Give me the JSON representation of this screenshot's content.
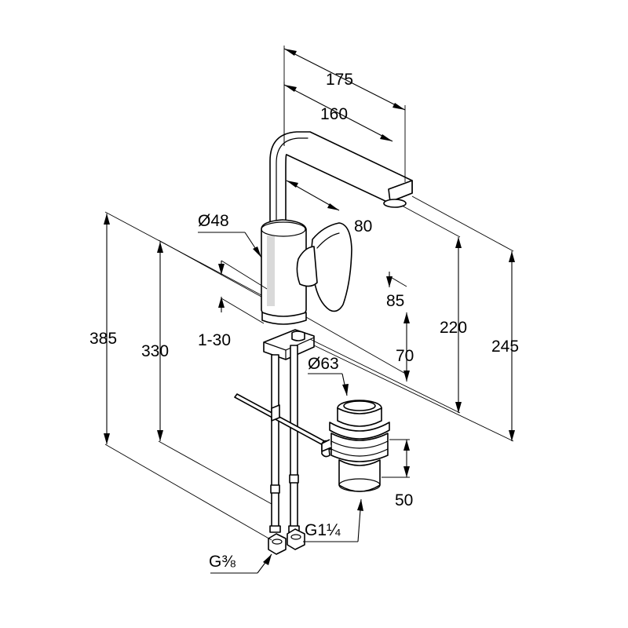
{
  "dimensions": {
    "d175": "175",
    "d160": "160",
    "d80": "80",
    "d48": "Ø48",
    "d85": "85",
    "d220": "220",
    "d245": "245",
    "d385": "385",
    "d330": "330",
    "d1_30": "1-30",
    "d70": "70",
    "d63": "Ø63",
    "d50": "50",
    "g114": "G1¼",
    "g38": "G⅜"
  }
}
